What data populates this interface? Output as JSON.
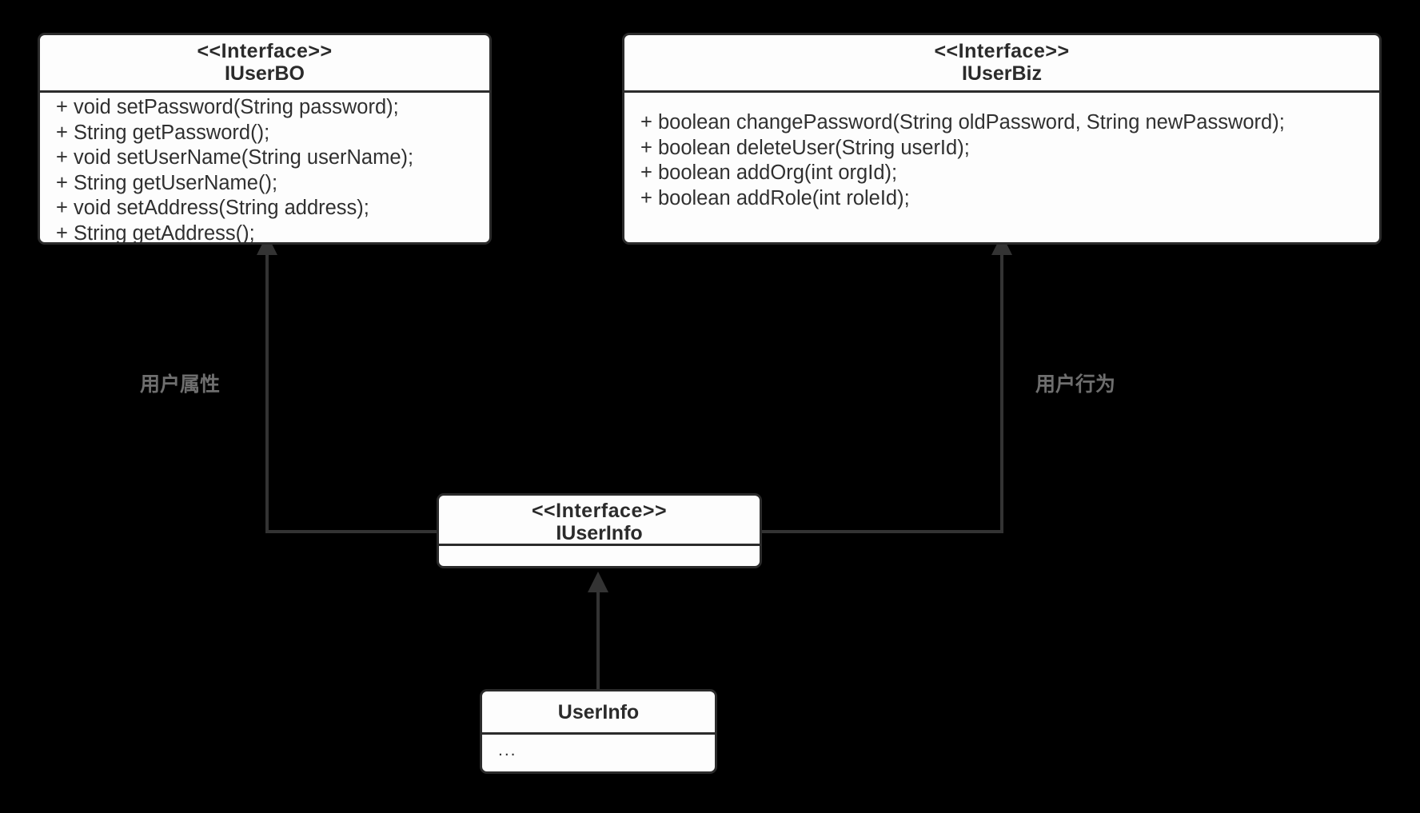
{
  "diagram": {
    "title": "UML Interface Segregation Class Diagram",
    "background_color": "#000000",
    "box_fill_color": "#fdfdfd",
    "box_border_color": "#2b2b2b",
    "connector_color": "#333333",
    "label_color": "#6e6e6e"
  },
  "classes": {
    "iuserbo": {
      "stereotype": "<<Interface>>",
      "name": "IUserBO",
      "members": [
        "+ void setPassword(String password);",
        "+ String getPassword();",
        "+ void setUserName(String userName);",
        "+ String getUserName();",
        "+ void setAddress(String address);",
        "+ String getAddress();"
      ]
    },
    "iuserbiz": {
      "stereotype": "<<Interface>>",
      "name": "IUserBiz",
      "members": [
        "+ boolean changePassword(String oldPassword, String newPassword);",
        "+ boolean deleteUser(String userId);",
        "+ boolean addOrg(int orgId);",
        "+ boolean addRole(int roleId);"
      ]
    },
    "iuserinfo": {
      "stereotype": "<<Interface>>",
      "name": "IUserInfo",
      "members": []
    },
    "userinfo": {
      "stereotype": "",
      "name": "UserInfo",
      "members": [
        "..."
      ]
    }
  },
  "connectors": [
    {
      "id": "iuserinfo-to-iuserbo",
      "from": "IUserInfo",
      "to": "IUserBO",
      "type": "realization",
      "arrow": "closed-triangle",
      "label": "用户属性"
    },
    {
      "id": "iuserinfo-to-iuserbiz",
      "from": "IUserInfo",
      "to": "IUserBiz",
      "type": "realization",
      "arrow": "closed-triangle",
      "label": "用户行为"
    },
    {
      "id": "userinfo-to-iuserinfo",
      "from": "UserInfo",
      "to": "IUserInfo",
      "type": "realization",
      "arrow": "closed-triangle",
      "label": ""
    }
  ],
  "labels": {
    "left_edge_label": "用户属性",
    "right_edge_label": "用户行为"
  }
}
